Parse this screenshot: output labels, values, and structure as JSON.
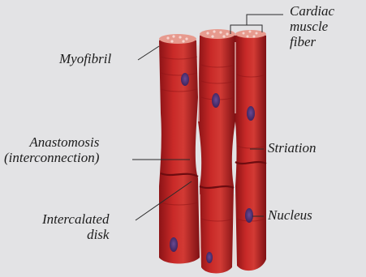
{
  "labels": {
    "cardiac_muscle_fiber": [
      "Cardiac",
      "muscle",
      "fiber"
    ],
    "myofibril": "Myofibril",
    "anastomosis": [
      "Anastomosis",
      "(interconnection)"
    ],
    "striation": "Striation",
    "intercalated_disk": [
      "Intercalated",
      "disk"
    ],
    "nucleus": "Nucleus"
  },
  "colors": {
    "background": "#e3e3e5",
    "fiber": "#b71d1f",
    "fiber_highlight": "#d23a34",
    "fiber_shadow": "#7f1114",
    "nucleus": "#4a2a6e",
    "leader_line": "#2a2a2a"
  }
}
